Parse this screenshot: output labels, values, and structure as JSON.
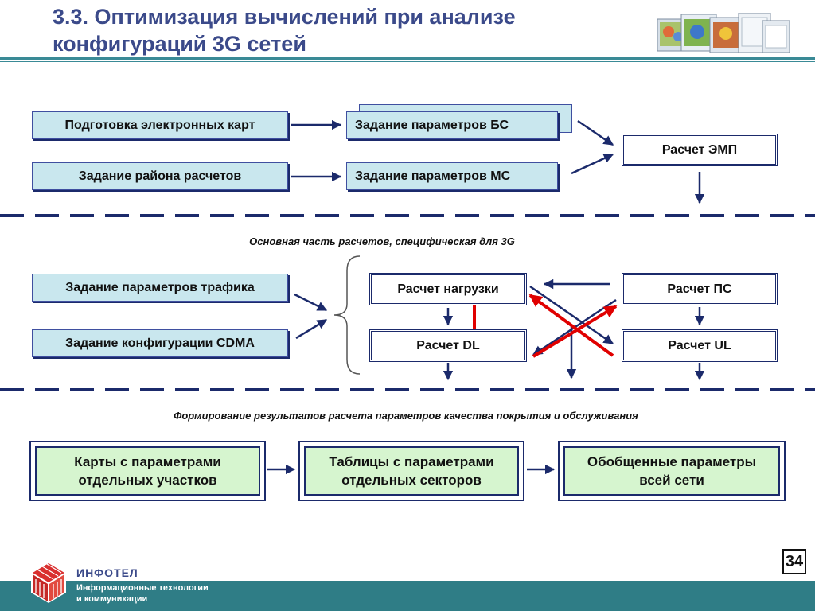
{
  "slide": {
    "title_line1": "3.3. Оптимизация вычислений при анализе",
    "title_line2": "конфигураций 3G сетей",
    "page_number": "34"
  },
  "top": {
    "prep_maps": "Подготовка электронных карт",
    "calc_area": "Задание района расчетов",
    "bs_params": "Задание параметров БС",
    "ms_params": "Задание параметров МС",
    "emp_calc": "Расчет ЭМП"
  },
  "middle": {
    "caption": "Основная часть расчетов, специфическая для 3G",
    "traffic_params": "Задание параметров трафика",
    "cdma_config": "Задание конфигурации CDMA",
    "load_calc": "Расчет нагрузки",
    "ps_calc": "Расчет ПС",
    "dl_calc": "Расчет DL",
    "ul_calc": "Расчет UL"
  },
  "bottom": {
    "caption": "Формирование результатов расчета параметров качества покрытия  и обслуживания",
    "maps_line1": "Карты с параметрами",
    "maps_line2": "отдельных участков",
    "tables_line1": "Таблицы с параметрами",
    "tables_line2": "отдельных секторов",
    "summary_line1": "Обобщенные параметры",
    "summary_line2": "всей сети"
  },
  "footer": {
    "company": "ИНФОТЕЛ",
    "tagline_line1": "Информационные технологии",
    "tagline_line2": "и коммуникации"
  },
  "colors": {
    "accent": "#3b4a8a",
    "arrow": "#1b2a6b",
    "highlight_arrow": "#e00000",
    "input_box": "#c9e7ee",
    "result_box": "#d6f5cf",
    "footer": "#2f7d86",
    "logo": "#d9302f"
  }
}
